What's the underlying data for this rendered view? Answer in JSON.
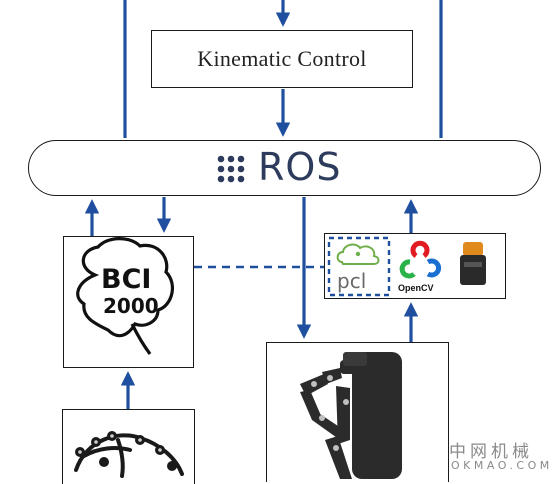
{
  "nodes": {
    "kinematic_control": "Kinematic Control",
    "ros": "ROS",
    "bci_name": "BCI",
    "bci_version": "2000",
    "pcl": "pcl",
    "opencv": "OpenCV"
  },
  "watermark": {
    "chinese": "中网机械",
    "domain": "OKMAO.COM"
  },
  "colors": {
    "arrow": "#1f4f9e",
    "ros_text": "#2d3b5c",
    "outline": "#1a1a1a"
  },
  "icons": [
    "ros-dots-icon",
    "brain-outline-icon",
    "pcl-cloud-icon",
    "opencv-logo-icon",
    "lidar-sensor-icon",
    "robot-photo",
    "eeg-headset-photo"
  ]
}
